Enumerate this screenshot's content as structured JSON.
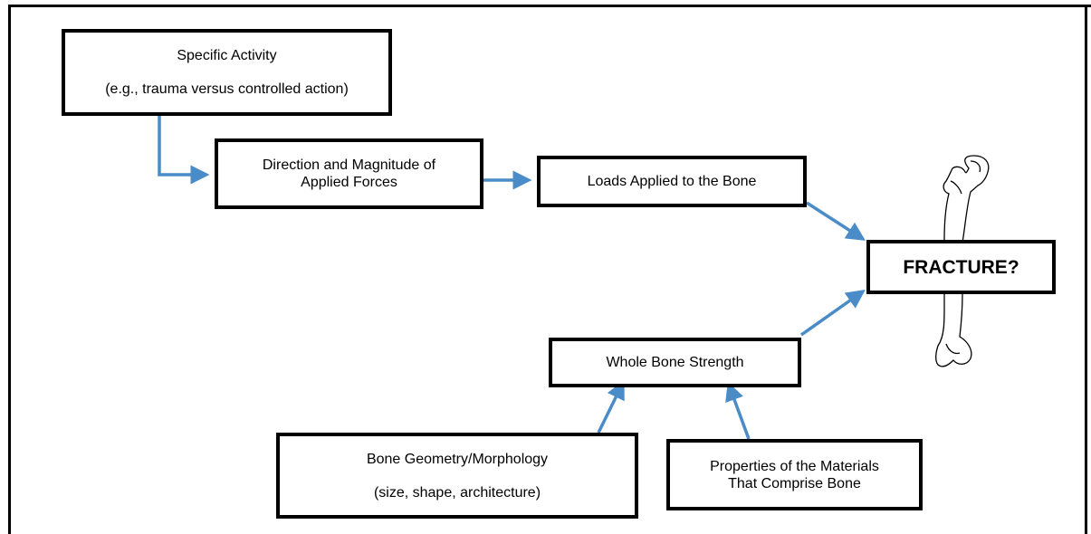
{
  "boxes": {
    "activity": {
      "line1": "Specific  Activity",
      "line2": "(e.g., trauma versus controlled action)"
    },
    "forces": {
      "line1": "Direction and Magnitude of",
      "line2": "Applied Forces"
    },
    "loads": {
      "line1": "Loads Applied to the Bone"
    },
    "fracture": {
      "line1": "FRACTURE?"
    },
    "strength": {
      "line1": "Whole Bone Strength"
    },
    "geometry": {
      "line1": "Bone Geometry/Morphology",
      "line2": "(size, shape, architecture)"
    },
    "materials": {
      "line1": "Properties of the Materials",
      "line2": "That Comprise Bone"
    }
  },
  "colors": {
    "arrow": "#4a8cc7",
    "box_border": "#000000"
  }
}
